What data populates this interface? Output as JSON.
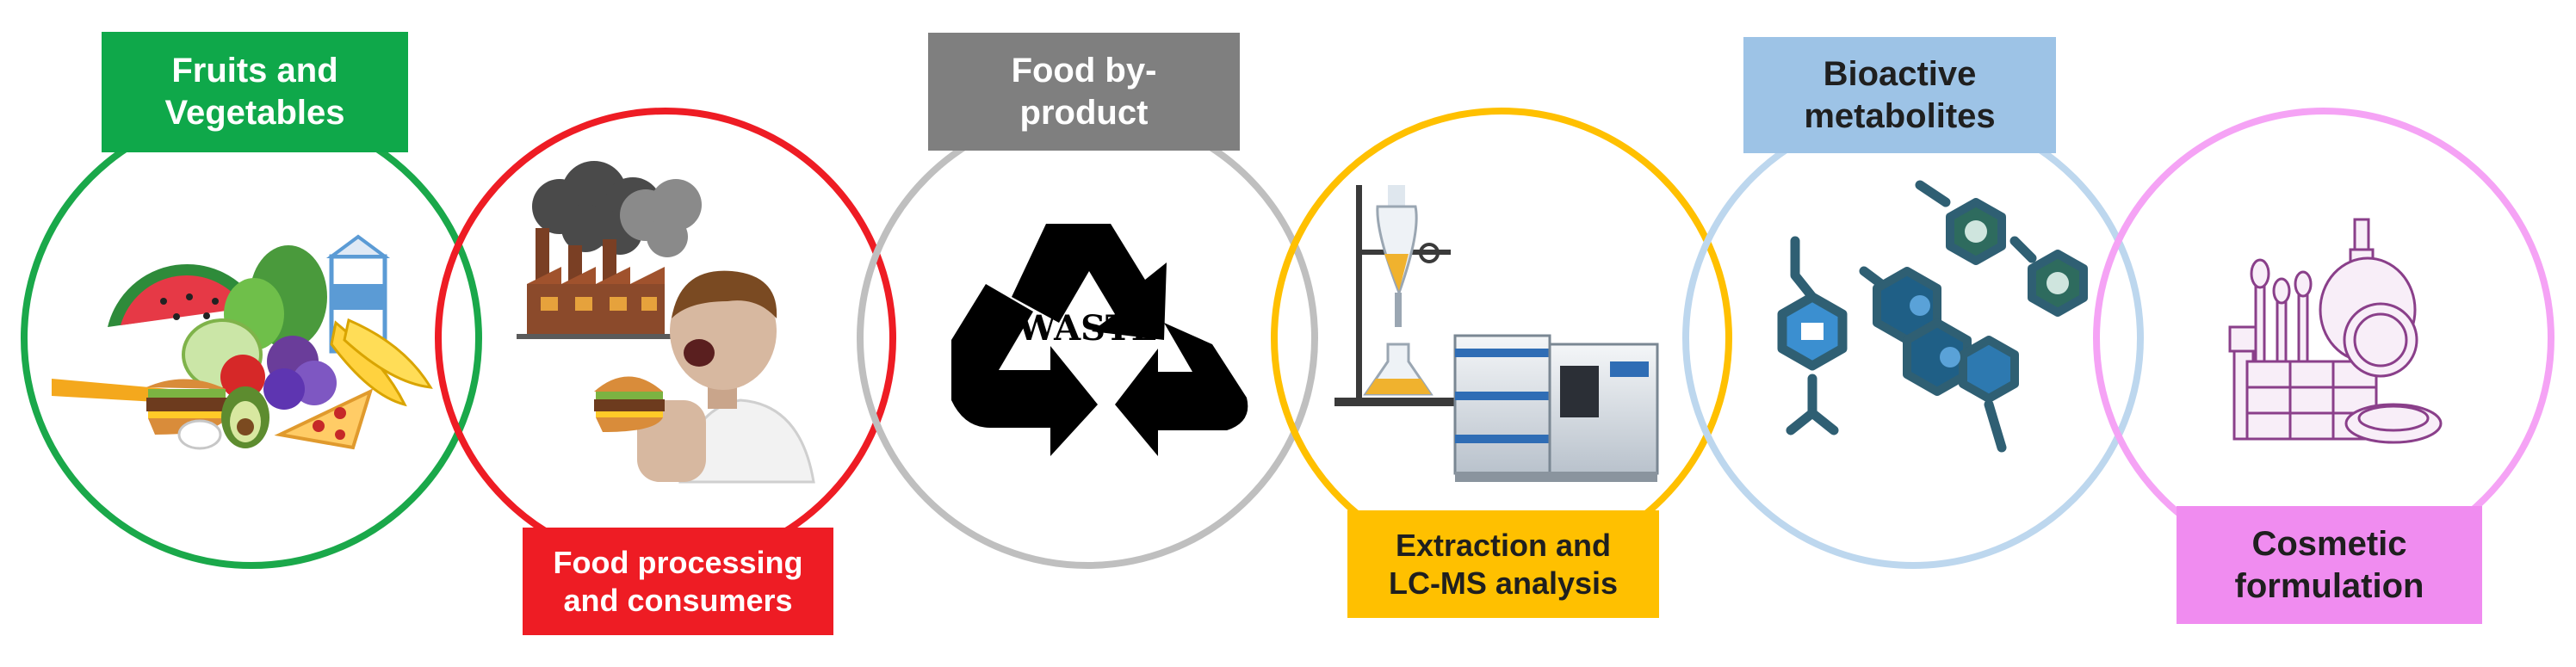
{
  "stages": [
    {
      "id": "fruits",
      "lines": [
        "Fruits and",
        "Vegetables"
      ],
      "label_bg": "#0fa84a",
      "label_fg": "#ffffff",
      "ring": "#1aa84a",
      "illustration": "fruits-vegetables-illustration"
    },
    {
      "id": "processing",
      "lines": [
        "Food processing",
        "and consumers"
      ],
      "label_bg": "#ee1c24",
      "label_fg": "#ffffff",
      "ring": "#ee1c24",
      "illustration": "factory-and-consumer-illustration"
    },
    {
      "id": "byproduct",
      "lines": [
        "Food by-",
        "product"
      ],
      "label_bg": "#7f7f7f",
      "label_fg": "#ffffff",
      "ring": "#bfbfbf",
      "illustration": "recycle-waste-icon",
      "icon_text": "WASTE"
    },
    {
      "id": "extraction",
      "lines": [
        "Extraction and",
        "LC-MS analysis"
      ],
      "label_bg": "#ffc000",
      "label_fg": "#1f1f1f",
      "ring": "#ffc000",
      "illustration": "lab-equipment-illustration"
    },
    {
      "id": "bioactive",
      "lines": [
        "Bioactive",
        "metabolites"
      ],
      "label_bg": "#9dc3e6",
      "label_fg": "#1f1f1f",
      "ring": "#bdd7ee",
      "illustration": "molecule-structures-illustration"
    },
    {
      "id": "cosmetic",
      "lines": [
        "Cosmetic",
        "formulation"
      ],
      "label_bg": "#f08cf0",
      "label_fg": "#1f1f1f",
      "ring": "#f5a3f5",
      "illustration": "cosmetics-illustration"
    }
  ]
}
